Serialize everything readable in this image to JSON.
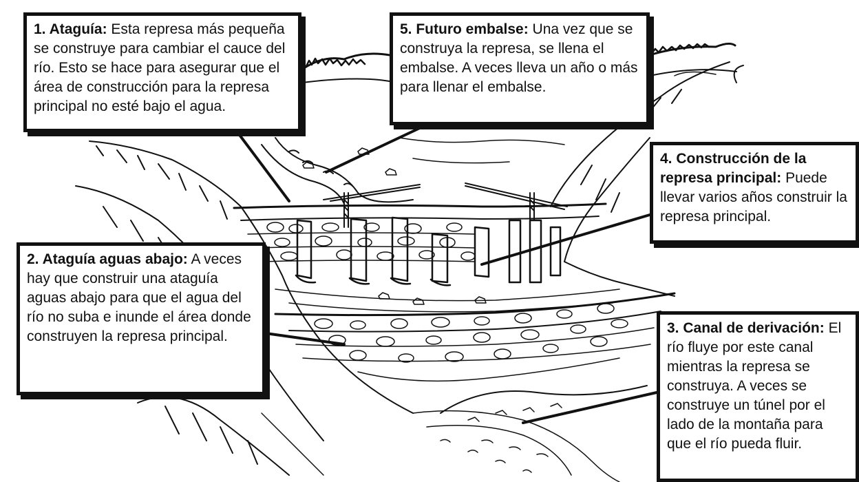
{
  "callouts": [
    {
      "id": "c1",
      "heading": "1. Ataguía:",
      "body": " Esta represa más pequeña se construye para cambiar el cauce del río. Esto se hace para asegurar que el área de construcción para la represa principal no esté bajo el agua."
    },
    {
      "id": "c5",
      "heading": "5. Futuro embalse:",
      "body": " Una vez que se construya la represa, se llena el embalse. A veces lleva un año o más para llenar el embalse."
    },
    {
      "id": "c4",
      "heading": "4. Construcción de la represa principal:",
      "body": " Puede llevar varios años construir la represa principal."
    },
    {
      "id": "c2",
      "heading": "2. Ataguía aguas abajo:",
      "body": " A veces hay que construir una ataguía aguas abajo para que el agua del río no suba e inunde el área donde construyen la represa principal."
    },
    {
      "id": "c3",
      "heading": "3. Canal de derivación:",
      "body": " El río fluye por este canal mientras la represa se construya. A veces se construye un túnel por el lado de la montaña para que el río pueda fluir."
    }
  ],
  "colors": {
    "ink": "#111111",
    "paper": "#ffffff"
  }
}
